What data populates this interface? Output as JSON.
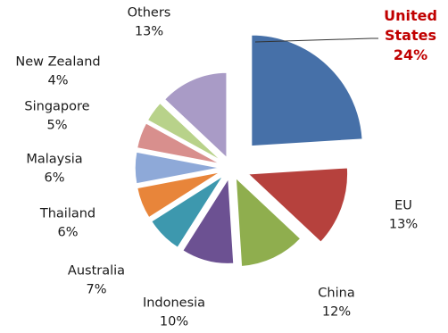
{
  "chart_data": {
    "type": "pie",
    "title": "",
    "slices": [
      {
        "label": "United States",
        "label_lines": [
          "United",
          "States"
        ],
        "value": 24,
        "display": "24%",
        "color": "#4670a8",
        "highlight": true
      },
      {
        "label": "EU",
        "label_lines": [
          "EU"
        ],
        "value": 13,
        "display": "13%",
        "color": "#b6413d",
        "highlight": false
      },
      {
        "label": "China",
        "label_lines": [
          "China"
        ],
        "value": 12,
        "display": "12%",
        "color": "#8fae4e",
        "highlight": false
      },
      {
        "label": "Indonesia",
        "label_lines": [
          "Indonesia"
        ],
        "value": 10,
        "display": "10%",
        "color": "#6c5192",
        "highlight": false
      },
      {
        "label": "Australia",
        "label_lines": [
          "Australia"
        ],
        "value": 7,
        "display": "7%",
        "color": "#3d98ae",
        "highlight": false
      },
      {
        "label": "Thailand",
        "label_lines": [
          "Thailand"
        ],
        "value": 6,
        "display": "6%",
        "color": "#e8853a",
        "highlight": false
      },
      {
        "label": "Malaysia",
        "label_lines": [
          "Malaysia"
        ],
        "value": 6,
        "display": "6%",
        "color": "#8ea9d8",
        "highlight": false
      },
      {
        "label": "Singapore",
        "label_lines": [
          "Singapore"
        ],
        "value": 5,
        "display": "5%",
        "color": "#d88f8d",
        "highlight": false
      },
      {
        "label": "New Zealand",
        "label_lines": [
          "New Zealand"
        ],
        "value": 4,
        "display": "4%",
        "color": "#b8d28a",
        "highlight": false
      },
      {
        "label": "Others",
        "label_lines": [
          "Others"
        ],
        "value": 13,
        "display": "13%",
        "color": "#a99bc6",
        "highlight": false
      }
    ]
  }
}
